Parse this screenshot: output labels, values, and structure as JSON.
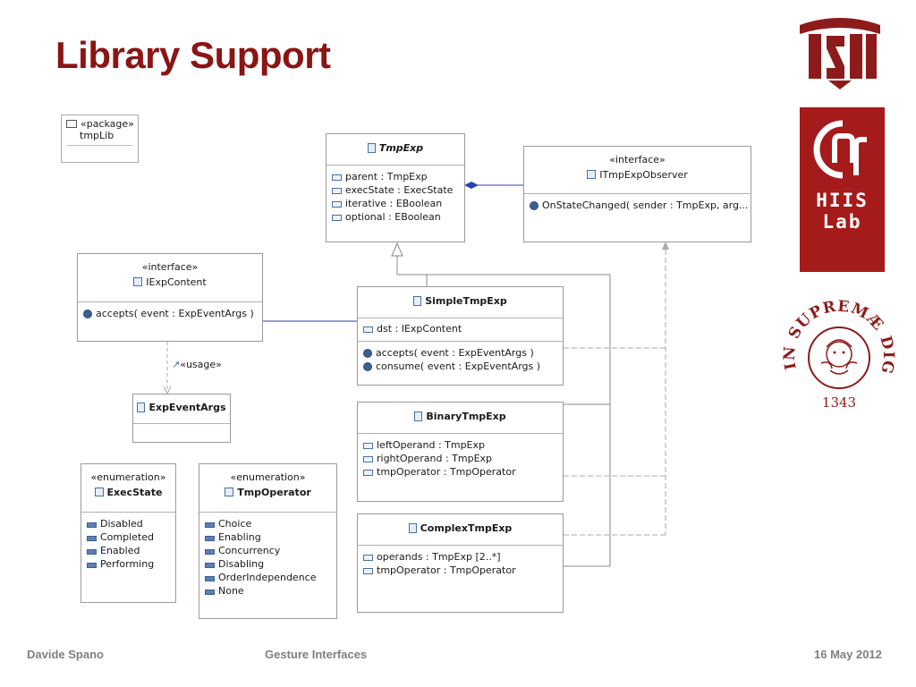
{
  "slide": {
    "title": "Library Support",
    "footer_left": "Davide Spano",
    "footer_center": "Gesture Interfaces",
    "footer_right": "16 May 2012"
  },
  "logos": {
    "isti": "ISTI logo",
    "hiis_line1": "HIIS",
    "hiis_line2": "Lab",
    "seal_text": "IN SUPREMÆ DIGNITATIS",
    "seal_year": "1343"
  },
  "colors": {
    "title": "#8b1414",
    "hiis_bg": "#a51a1a",
    "association": "#2e3fb3",
    "lines": "#9a9a9a"
  },
  "diagram": {
    "package": {
      "stereotype": "«package»",
      "name": "tmpLib"
    },
    "tmpexp": {
      "name": "TmpExp",
      "attrs": [
        "parent : TmpExp",
        "execState : ExecState",
        "iterative : EBoolean",
        "optional : EBoolean"
      ]
    },
    "itmpexpobserver": {
      "stereotype": "«interface»",
      "name": "ITmpExpObserver",
      "ops": [
        "OnStateChanged( sender : TmpExp, arg..."
      ]
    },
    "iexpcontent": {
      "stereotype": "«interface»",
      "name": "IExpContent",
      "ops": [
        "accepts( event : ExpEventArgs )"
      ]
    },
    "usage": "«usage»",
    "expeventargs": {
      "name": "ExpEventArgs"
    },
    "simpletmpexp": {
      "name": "SimpleTmpExp",
      "attrs": [
        "dst : IExpContent"
      ],
      "ops": [
        "accepts( event : ExpEventArgs )",
        "consume( event : ExpEventArgs )"
      ]
    },
    "binarytmpexp": {
      "name": "BinaryTmpExp",
      "attrs": [
        "leftOperand : TmpExp",
        "rightOperand : TmpExp",
        "tmpOperator : TmpOperator"
      ]
    },
    "complextmpexp": {
      "name": "ComplexTmpExp",
      "attrs": [
        "operands : TmpExp [2..*]",
        "tmpOperator : TmpOperator"
      ]
    },
    "execstate": {
      "stereotype": "«enumeration»",
      "name": "ExecState",
      "literals": [
        "Disabled",
        "Completed",
        "Enabled",
        "Performing"
      ]
    },
    "tmpoperator": {
      "stereotype": "«enumeration»",
      "name": "TmpOperator",
      "literals": [
        "Choice",
        "Enabling",
        "Concurrency",
        "Disabling",
        "OrderIndependence",
        "None"
      ]
    }
  }
}
